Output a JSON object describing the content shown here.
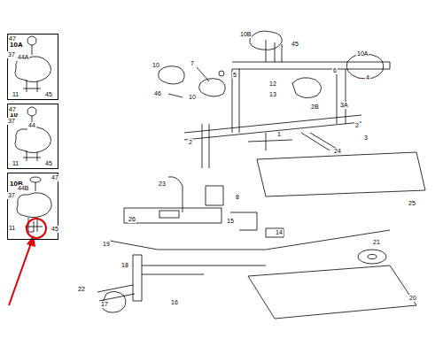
{
  "diagram": {
    "nodes": [
      {
        "text": [
          "10A"
        ]
      },
      {
        "text": [
          "10"
        ]
      },
      {
        "text": [
          "10B"
        ]
      }
    ],
    "labels": [
      "47",
      "37",
      "44A",
      "11",
      "45",
      "47",
      "37",
      "44",
      "11",
      "45",
      "47",
      "44B",
      "37",
      "11",
      "45",
      "10B",
      "45",
      "10A",
      "7",
      "10",
      "5",
      "6",
      "4",
      "46",
      "10",
      "12",
      "13",
      "2B",
      "3A",
      "1",
      "2",
      "2",
      "3",
      "24",
      "23",
      "8",
      "25",
      "26",
      "15",
      "14",
      "19",
      "21",
      "18",
      "22",
      "16",
      "17",
      "20"
    ]
  }
}
